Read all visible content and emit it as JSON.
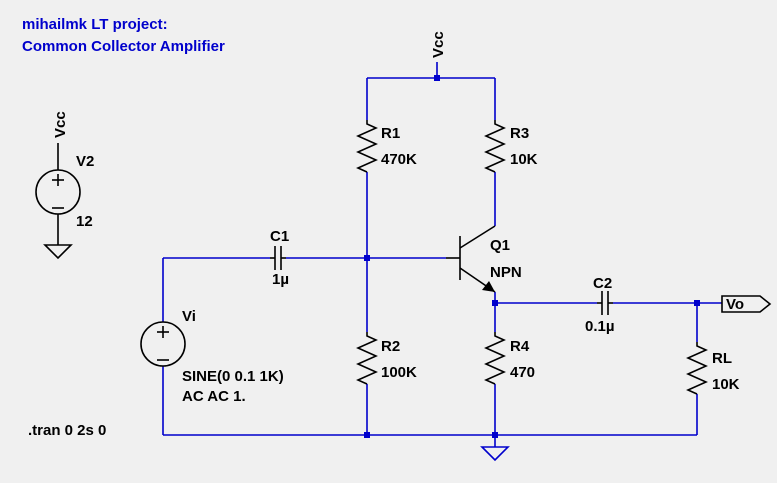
{
  "window": {
    "title_line1": "mihailmk LT project:",
    "title_line2": "Common Collector Amplifier"
  },
  "colors": {
    "background": "#f0f0f0",
    "wire": "#0000cc",
    "component": "#000000",
    "title": "#0000cc"
  },
  "components": {
    "v2": {
      "name": "V2",
      "value": "12",
      "net": "Vcc"
    },
    "vcc_top": {
      "net": "Vcc"
    },
    "c1": {
      "name": "C1",
      "value": "1µ"
    },
    "r1": {
      "name": "R1",
      "value": "470K"
    },
    "r2": {
      "name": "R2",
      "value": "100K"
    },
    "r3": {
      "name": "R3",
      "value": "10K"
    },
    "r4": {
      "name": "R4",
      "value": "470"
    },
    "q1": {
      "name": "Q1",
      "value": "NPN"
    },
    "c2": {
      "name": "C2",
      "value": "0.1µ"
    },
    "rl": {
      "name": "RL",
      "value": "10K"
    },
    "vo": {
      "label": "Vo"
    },
    "vi": {
      "name": "Vi",
      "value1": "SINE(0 0.1 1K)",
      "value2": "AC AC 1."
    }
  },
  "directive": ".tran 0 2s 0"
}
